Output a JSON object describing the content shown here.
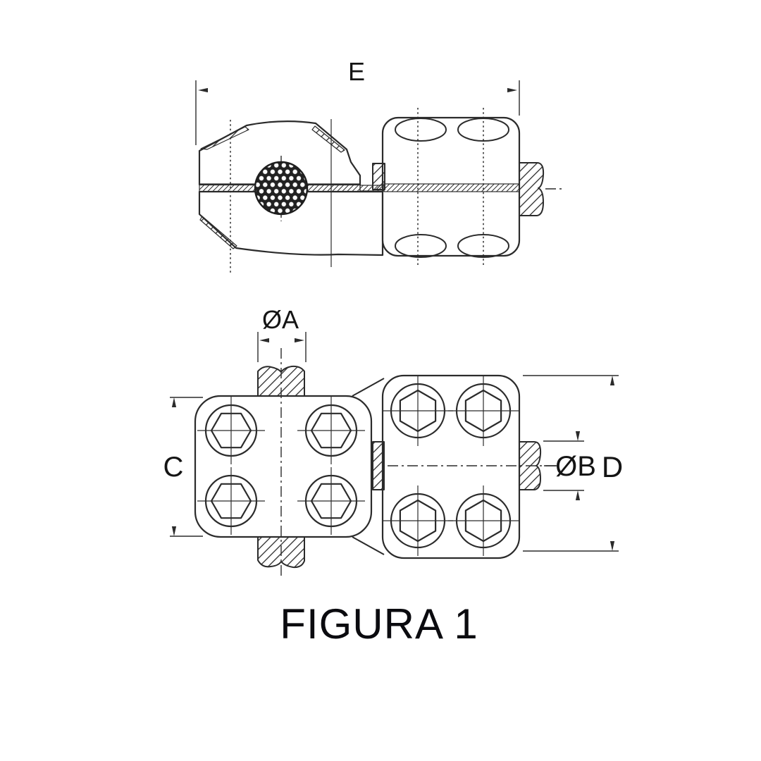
{
  "figure": {
    "caption": "FIGURA 1",
    "dimension_labels": {
      "overall_length": "E",
      "conductor_diameter": "ØA",
      "stud_diameter": "ØB",
      "left_body_height": "C",
      "right_body_height": "D"
    },
    "line_color": "#2b2b2b",
    "background_color": "#ffffff"
  }
}
